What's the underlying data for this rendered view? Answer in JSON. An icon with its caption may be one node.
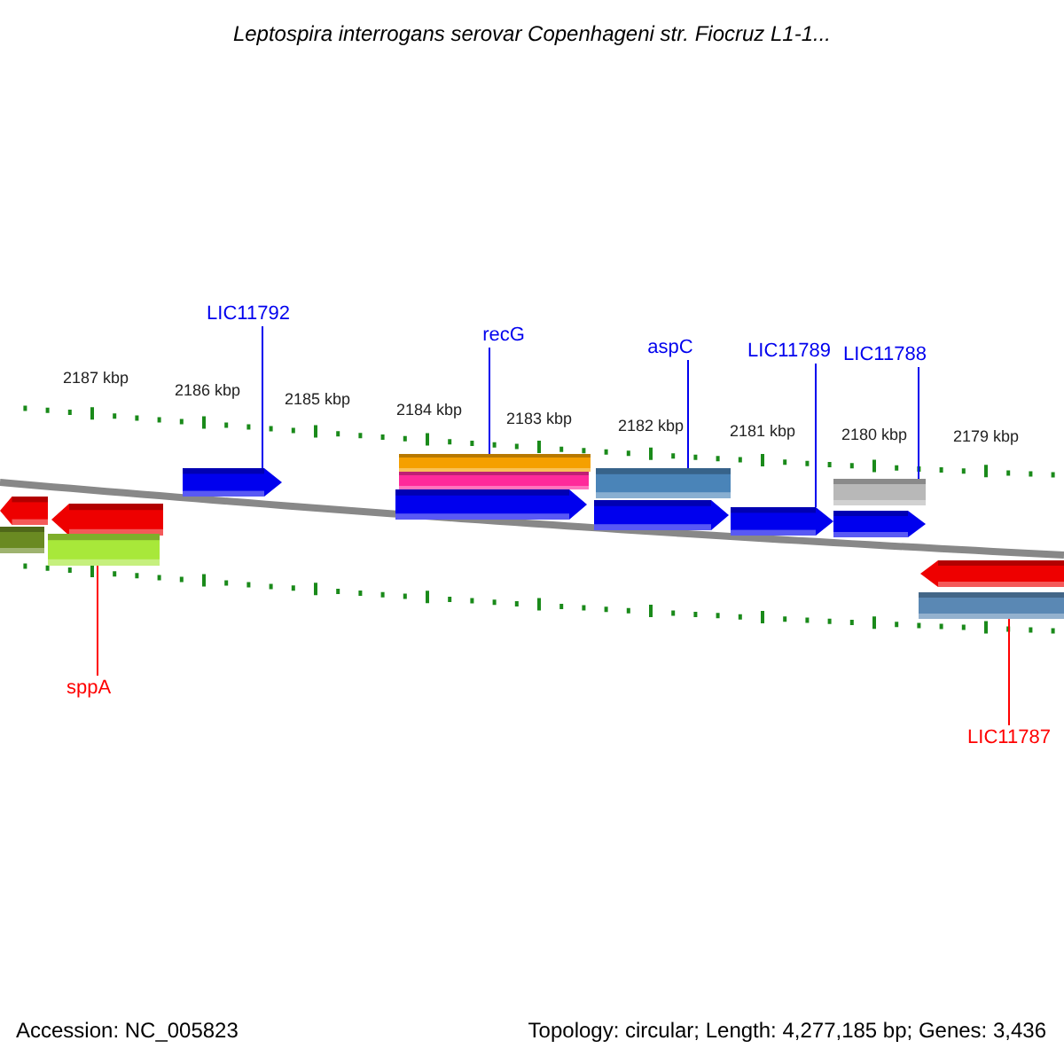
{
  "diagram": {
    "title": "Leptospira interrogans serovar Copenhageni str. Fiocruz L1-1...",
    "nodes": [
      {
        "text": [
          "LIC11792"
        ]
      },
      {
        "text": [
          "recG"
        ]
      },
      {
        "text": [
          "aspC"
        ]
      },
      {
        "text": [
          "LIC11789"
        ]
      },
      {
        "text": [
          "LIC11788"
        ]
      },
      {
        "text": [],
        "shape": "arrow"
      },
      {
        "text": [],
        "shape": "bar"
      },
      {
        "text": [],
        "shape": "bar"
      },
      {
        "text": [],
        "shape": "arrow"
      },
      {
        "text": [],
        "shape": "bar"
      },
      {
        "text": [],
        "shape": "arrow"
      },
      {
        "text": [],
        "shape": "arrow"
      },
      {
        "text": [],
        "shape": "bar"
      },
      {
        "text": [],
        "shape": "arrow"
      },
      {
        "text": [],
        "shape": "arrow"
      },
      {
        "text": [],
        "shape": "arrow"
      },
      {
        "text": [],
        "shape": "bar"
      },
      {
        "text": [],
        "shape": "bar"
      },
      {
        "text": [],
        "shape": "arrow"
      },
      {
        "text": [],
        "shape": "bar"
      },
      {
        "text": [
          "sppA"
        ]
      },
      {
        "text": [
          "LIC11787"
        ]
      }
    ],
    "edges": [
      {
        "from": 0,
        "to": 5,
        "arrow": "none"
      },
      {
        "from": 1,
        "to": 6,
        "arrow": "none"
      },
      {
        "from": 2,
        "to": 9,
        "arrow": "none"
      },
      {
        "from": 3,
        "to": 11,
        "arrow": "none"
      },
      {
        "from": 4,
        "to": 12,
        "arrow": "none"
      },
      {
        "from": 20,
        "to": 17,
        "arrow": "none",
        "color": "#ff0000"
      },
      {
        "from": 21,
        "to": 19,
        "arrow": "none",
        "color": "#ff0000"
      }
    ],
    "labels": [
      "2187 kbp",
      "2186 kbp",
      "2185 kbp",
      "2184 kbp",
      "2183 kbp",
      "2182 kbp",
      "2181 kbp",
      "2180 kbp",
      "2179 kbp",
      "Accession: NC_005823",
      "Topology: circular; Length: 4,277,185 bp; Genes: 3,436"
    ]
  }
}
